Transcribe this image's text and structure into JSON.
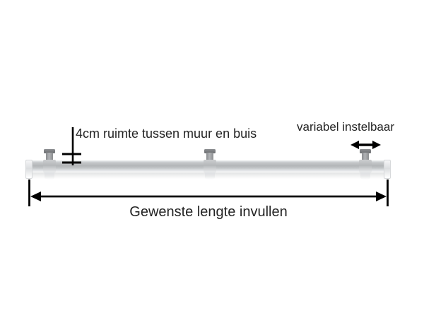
{
  "diagram": {
    "type": "product-dimension-diagram",
    "subject": "wall-mounted handrail tube with three brackets",
    "labels": {
      "wall_spacing": "4cm ruimte tussen muur en buis",
      "adjustable": "variabel instelbaar",
      "desired_length": "Gewenste lengte invullen"
    },
    "colors": {
      "background": "#ffffff",
      "line": "#000000",
      "text": "#232323",
      "tube": "#b5b8ba",
      "bracket": "#77797c"
    },
    "icons": {
      "spacing_dimension": "vertical-dimension-tick-icon",
      "adjustable_arrow": "left-right-arrow-icon",
      "length_dimension": "horizontal-dimension-arrow-icon"
    }
  }
}
